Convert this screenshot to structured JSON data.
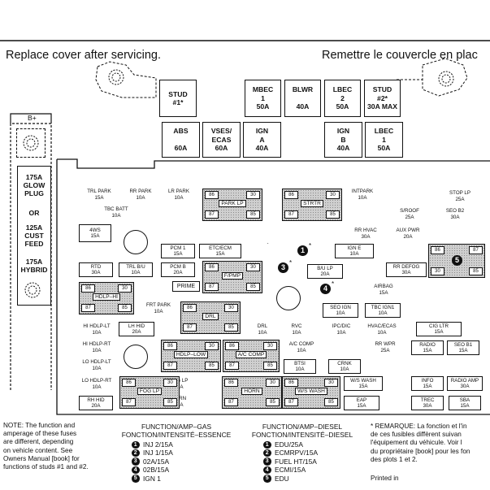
{
  "headline_en": "Replace cover after servicing.",
  "headline_fr": "Remettre le couvercle en plac",
  "bplus": "B+",
  "top_row": [
    {
      "id": "stud1",
      "label": "STUD\n#1*",
      "value": ""
    },
    {
      "id": "mbec1",
      "label": "MBEC\n1",
      "value": "50A"
    },
    {
      "id": "blwr",
      "label": "BLWR",
      "value": "40A"
    },
    {
      "id": "lbec2",
      "label": "LBEC\n2",
      "value": "50A"
    },
    {
      "id": "stud2",
      "label": "STUD\n#2*",
      "value": "30A MAX"
    }
  ],
  "second_row": [
    {
      "id": "abs",
      "label": "ABS",
      "value": "60A"
    },
    {
      "id": "vses",
      "label": "VSES/\nECAS",
      "value": "60A"
    },
    {
      "id": "igna",
      "label": "IGN\nA",
      "value": "40A"
    },
    {
      "id": "ignb",
      "label": "IGN\nB",
      "value": "40A"
    },
    {
      "id": "lbec1",
      "label": "LBEC\n1",
      "value": "50A"
    }
  ],
  "left_column": [
    "175A\nGLOW\nPLUG",
    "OR",
    "125A\nCUST\nFEED",
    "175A\nHYBRID"
  ],
  "fuses": {
    "trl_park": "TRL PARK\n15A",
    "rr_park": "RR PARK\n10A",
    "lr_park": "LR PARK\n10A",
    "tbc_batt": "TBC BATT\n10A",
    "fws": "4WS\n15A",
    "pcm1": "PCM 1\n15A",
    "etc_ecm": "ETC/ECM\n15A",
    "intpark": "INTPARK\n10A",
    "stop_lp": "STOP LP\n25A",
    "sroof": "S/ROOF\n25A",
    "seo_b2": "SEO B2\n30A",
    "rr_hvac": "RR HVAC\n30A",
    "aux_pwr": "AUX PWR\n20A",
    "ign_e": "IGN E\n10A",
    "rtd": "RTD\n30A",
    "trl_bu": "TRL B/U\n10A",
    "pcm_b": "PCM B\n20A",
    "bu_lp": "B/U LP\n20A",
    "rr_defog": "RR DEFOG\n30A",
    "prime": "PRIME",
    "frt_park": "FRT PARK\n10A",
    "airbag": "AIRBAG\n15A",
    "seo_ign": "SEO IGN\n10A",
    "tbc_ign1": "TBC IGN1\n10A",
    "hi_hdlp_lt": "HI HDLP-LT\n10A",
    "lh_hid": "LH HID\n20A",
    "drl": "DRL\n10A",
    "rvc": "RVC\n10A",
    "ipc_dic": "IPC/DIC\n10A",
    "hvac_ecas": "HVAC/ECAS\n10A",
    "cig_ltr": "CIG LTR\n15A",
    "hi_hdlp_rt": "HI HDLP-RT\n10A",
    "ac_comp": "A/C COMP\n10A",
    "rr_wpr": "RR WPR\n25A",
    "radio": "RADIO\n15A",
    "seo_b1": "SEO B1\n15A",
    "lo_hdlp_lt": "LO HDLP-LT\n10A",
    "btsi": "BTSI\n10A",
    "crnk": "CRNK\n10A",
    "lo_hdlp_rt": "LO HDLP-RT\n10A",
    "fog_lp": "FOG LP\n15A",
    "ws_wash": "W/S WASH\n15A",
    "info": "INFO\n15A",
    "radio_amp": "RADIO AMP\n30A",
    "rh_hid": "RH HID\n20A",
    "horn": "HORN\n15A",
    "eap": "EAP\n15A",
    "trec": "TREC\n30A",
    "sba": "SBA\n15A"
  },
  "relays": {
    "park_lp": "PARK LP",
    "strtr": "STRTR",
    "fpmp": "F/PMP",
    "hdlp_hi": "HDLP–HI",
    "drl": "DRL",
    "hdlp_low": "HDLP–LOW",
    "ac_comp": "A/C COMP",
    "fog_lp": "FOG LP",
    "horn": "HORN",
    "ws_wash": "W/S WASH",
    "terminals": [
      "86",
      "30",
      "87",
      "85"
    ]
  },
  "badges": [
    "1",
    "2",
    "3",
    "4",
    "5"
  ],
  "note_en": "NOTE:  The function and\namperage of these fuses\nare different, depending\non vehicle content.  See\nOwners Manual  [book]  for\nfunctions of studs #1 and #2.",
  "gas_header": "FUNCTION/AMP–GAS\nFONCTION/INTENSITÉ–ESSENCE",
  "gas_list": [
    "INJ 2/15A",
    "INJ 1/15A",
    "02A/15A",
    "02B/15A",
    "IGN 1"
  ],
  "diesel_header": "FUNCTION/AMP–DIESEL\nFONCTION/INTENSITÉ–DIESEL",
  "diesel_list": [
    "EDU/25A",
    "ECMRPV/15A",
    "FUEL HT/15A",
    "ECMI/15A",
    "EDU"
  ],
  "note_fr": "* REMARQUE:  La fonction et l'in\n   de ces fusibles diffèrent suivan\n   l'équipement du véhicule. Voir l\n   du propriétaire  [book]  pour les fon\n   des plots 1 et 2.",
  "printed_in": "Printed in",
  "star": "*"
}
